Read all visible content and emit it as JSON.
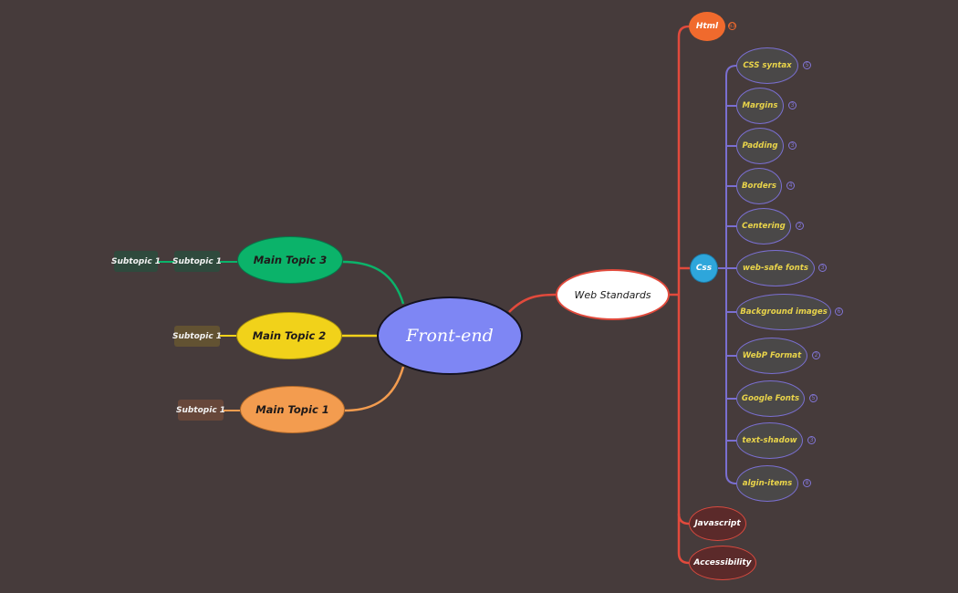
{
  "root": {
    "label": "Front-end"
  },
  "main_topics": [
    {
      "label": "Main Topic 3",
      "color": "#0bb36a",
      "subtopics": [
        "Subtopic 1",
        "Subtopic 1"
      ]
    },
    {
      "label": "Main Topic 2",
      "color": "#f1d21a",
      "subtopics": [
        "Subtopic 1"
      ]
    },
    {
      "label": "Main Topic 1",
      "color": "#f39c4f",
      "subtopics": [
        "Subtopic 1"
      ]
    }
  ],
  "web_standards": {
    "label": "Web Standards",
    "color": "#e24a3c",
    "children": {
      "html": {
        "label": "Html",
        "badge": "63"
      },
      "css": {
        "label": "Css",
        "color": "#2ea6db",
        "items": [
          {
            "label": "CSS syntax",
            "badge": "5"
          },
          {
            "label": "Margins",
            "badge": "3"
          },
          {
            "label": "Padding",
            "badge": "3"
          },
          {
            "label": "Borders",
            "badge": "4"
          },
          {
            "label": "Centering",
            "badge": "2"
          },
          {
            "label": "web-safe fonts",
            "badge": "3"
          },
          {
            "label": "Background images",
            "badge": "6"
          },
          {
            "label": "WebP Format",
            "badge": "2"
          },
          {
            "label": "Google Fonts",
            "badge": "5"
          },
          {
            "label": "text-shadow",
            "badge": "3"
          },
          {
            "label": "algin-items",
            "badge": "8"
          }
        ]
      },
      "javascript": {
        "label": "Javascript"
      },
      "accessibility": {
        "label": "Accessibility"
      }
    }
  },
  "colors": {
    "background": "#463b3b",
    "root": "#7e86f4",
    "css_branch": "#7a6fd1",
    "leaf_text": "#e9d44a"
  }
}
